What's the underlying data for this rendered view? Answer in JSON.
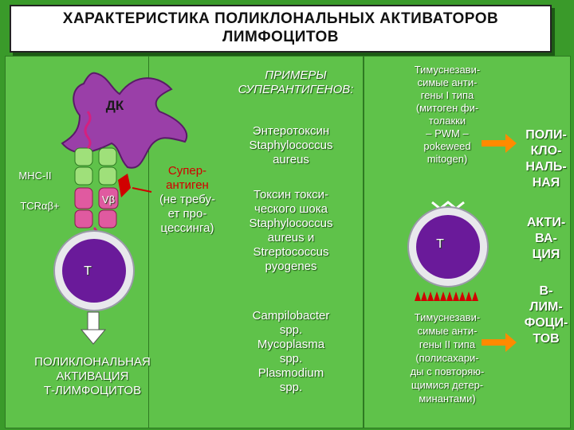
{
  "title": {
    "line1": "ХАРАКТЕРИСТИКА ПОЛИКЛОНАЛЬНЫХ АКТИВАТОРОВ",
    "line2": "ЛИМФОЦИТОВ"
  },
  "left": {
    "dc_label": "ДК",
    "mhc_label": "MHC-II",
    "tcr_label": "TCRαβ+",
    "vb_label": "Vβ",
    "t_cell_label": "T",
    "superantigen": [
      "Супер-",
      "антиген",
      "(не требу-",
      "ет про-",
      "цессинга)"
    ],
    "activation": [
      "ПОЛИКЛОНАЛЬНАЯ",
      "АКТИВАЦИЯ",
      "Т-ЛИМФОЦИТОВ"
    ]
  },
  "examples": {
    "heading": [
      "ПРИМЕРЫ",
      "СУПЕРАНТИГЕНОВ:"
    ],
    "item1": [
      "Энтеротоксин",
      "Staphylococcus",
      "aureus"
    ],
    "item2": [
      "Токсин токси-",
      "ческого шока",
      "Staphylococcus",
      "aureus  и",
      "Streptococcus",
      "pyogenes"
    ],
    "item3": [
      "Campilobacter",
      "spp.",
      "Mycoplasma",
      "spp.",
      "Plasmodium",
      "spp."
    ]
  },
  "right": {
    "type1": [
      "Тимуснезави-",
      "симые анти-",
      "гены I типа",
      "(митоген фи-",
      "толакки",
      "– PWM –",
      "pokeweed",
      "mitogen)"
    ],
    "t_cell_label": "T",
    "type2": [
      "Тимуснезави-",
      "симые анти-",
      "гены II типа",
      "(полисахари-",
      "ды с повторяю-",
      "щимися детер-",
      "минантами)"
    ]
  },
  "side": {
    "block1": [
      "ПОЛИ-",
      "КЛО-",
      "НАЛЬ-",
      "НАЯ"
    ],
    "block2": [
      "АКТИ-",
      "ВА-",
      "ЦИЯ"
    ],
    "block3": [
      "В-",
      "ЛИМ-",
      "ФОЦИ-",
      "ТОВ"
    ]
  },
  "colors": {
    "background": "#3a9a2a",
    "panel": "#5fc24a",
    "dendritic_cell": "#9a3fa8",
    "t_cell": "#6a1a9a",
    "superantigen": "#d10000",
    "arrow": "#ff8a00"
  }
}
